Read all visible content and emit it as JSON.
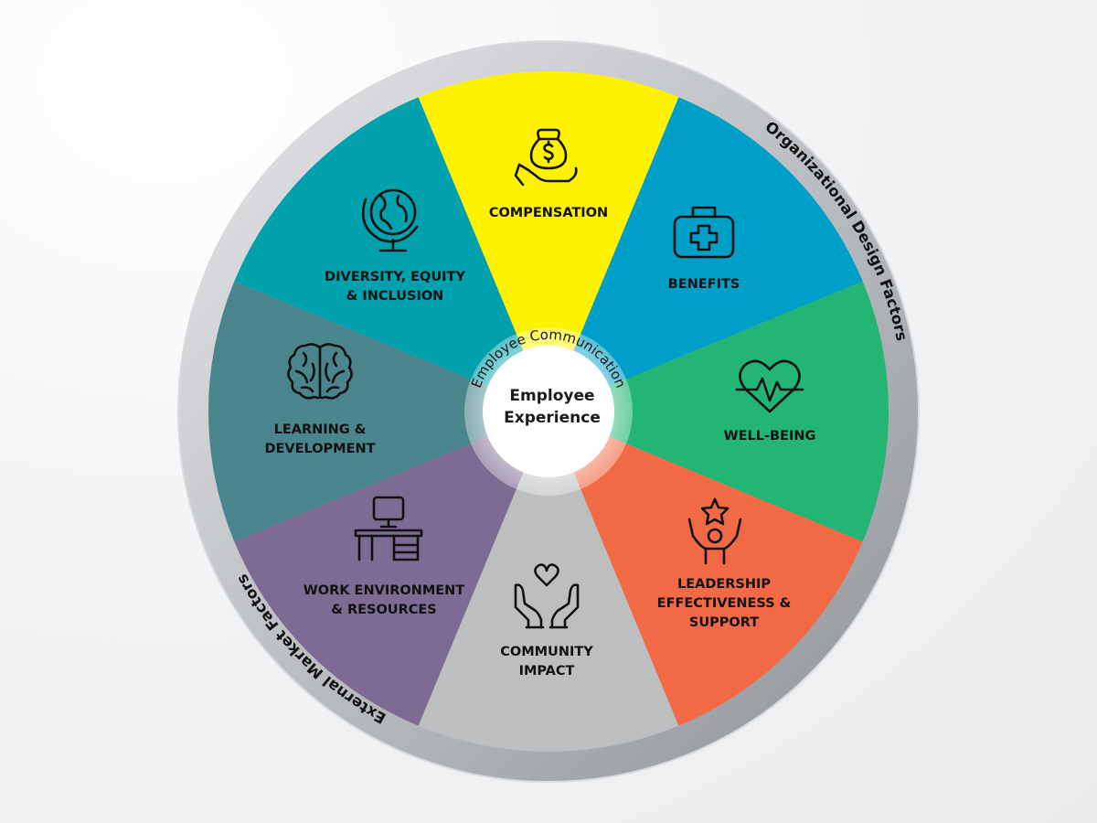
{
  "outer_ring": {
    "top_right": "Organizational Design Factors",
    "bottom_left": "External Market Factors"
  },
  "inner_ring": {
    "label": "Employee Communication"
  },
  "center": {
    "line1": "Employee",
    "line2": "Experience"
  },
  "segments": [
    {
      "id": "compensation",
      "lines": [
        "COMPENSATION"
      ],
      "color": "#fff200",
      "icon": "money-bag-hand-icon"
    },
    {
      "id": "benefits",
      "lines": [
        "BENEFITS"
      ],
      "color": "#009fc7",
      "icon": "first-aid-kit-icon"
    },
    {
      "id": "well-being",
      "lines": [
        "WELL-BEING"
      ],
      "color": "#22b573",
      "icon": "heart-pulse-icon"
    },
    {
      "id": "leadership",
      "lines": [
        "LEADERSHIP",
        "EFFECTIVENESS &",
        "SUPPORT"
      ],
      "color": "#f26a45",
      "icon": "person-star-icon"
    },
    {
      "id": "community-impact",
      "lines": [
        "COMMUNITY",
        "IMPACT"
      ],
      "color": "#bcbec0",
      "icon": "hands-heart-icon"
    },
    {
      "id": "work-environment",
      "lines": [
        "WORK ENVIRONMENT",
        "& RESOURCES"
      ],
      "color": "#7e6b93",
      "icon": "desk-computer-icon"
    },
    {
      "id": "learning",
      "lines": [
        "LEARNING &",
        "DEVELOPMENT"
      ],
      "color": "#4a848d",
      "icon": "brain-icon"
    },
    {
      "id": "diversity",
      "lines": [
        "DIVERSITY, EQUITY",
        "& INCLUSION"
      ],
      "color": "#00a0ac",
      "icon": "globe-icon"
    }
  ]
}
